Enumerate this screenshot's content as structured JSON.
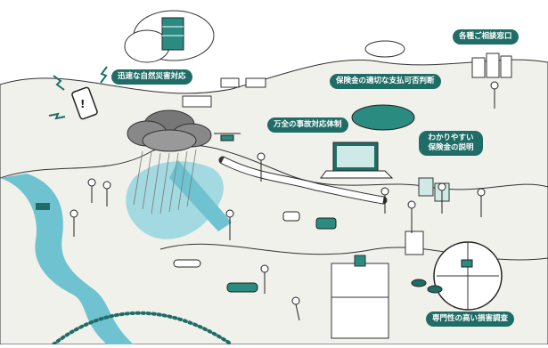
{
  "labels": {
    "disaster": "迅速な自然災害対応",
    "payment": "保険金の適切な支払可否判断",
    "window": "各種ご相談窓口",
    "accident": "万全の事故対応体制",
    "explain_line1": "わかりやすい",
    "explain_line2": "保険金の説明",
    "survey": "専門性の高い損害調査"
  },
  "colors": {
    "label_dark": "#1f6d66",
    "label_teal": "#2b8a80",
    "land": "#f1f1ec",
    "water": "#6fc3d0",
    "accent": "#2a8b81"
  }
}
